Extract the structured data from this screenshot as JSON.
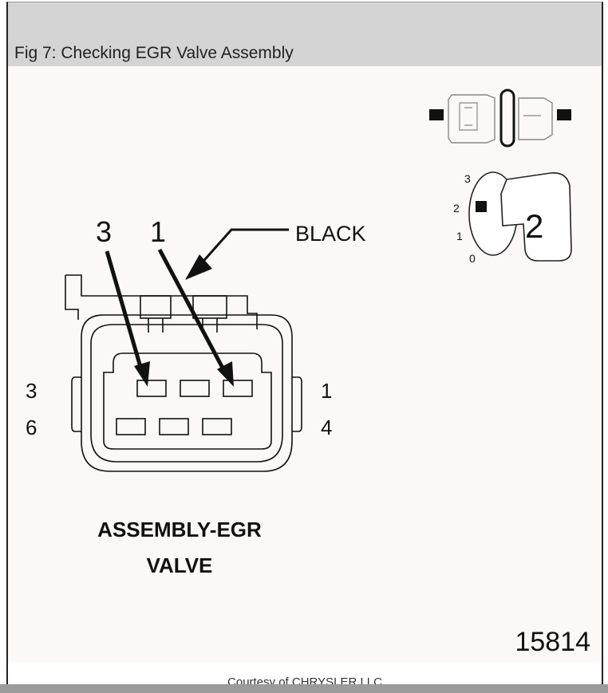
{
  "figure": {
    "title": "Fig 7: Checking EGR Valve Assembly",
    "courtesy": "Courtesy of CHRYSLER LLC",
    "figure_number": "15814"
  },
  "connector": {
    "callout_left": "3",
    "callout_right": "1",
    "color_label": "BLACK",
    "left_top_pin": "3",
    "left_bottom_pin": "6",
    "right_top_pin": "1",
    "right_bottom_pin": "4",
    "caption_line1": "ASSEMBLY-EGR",
    "caption_line2": "VALVE"
  },
  "key_position": {
    "positions": [
      "3",
      "2",
      "1",
      "0"
    ],
    "selected": "2"
  }
}
